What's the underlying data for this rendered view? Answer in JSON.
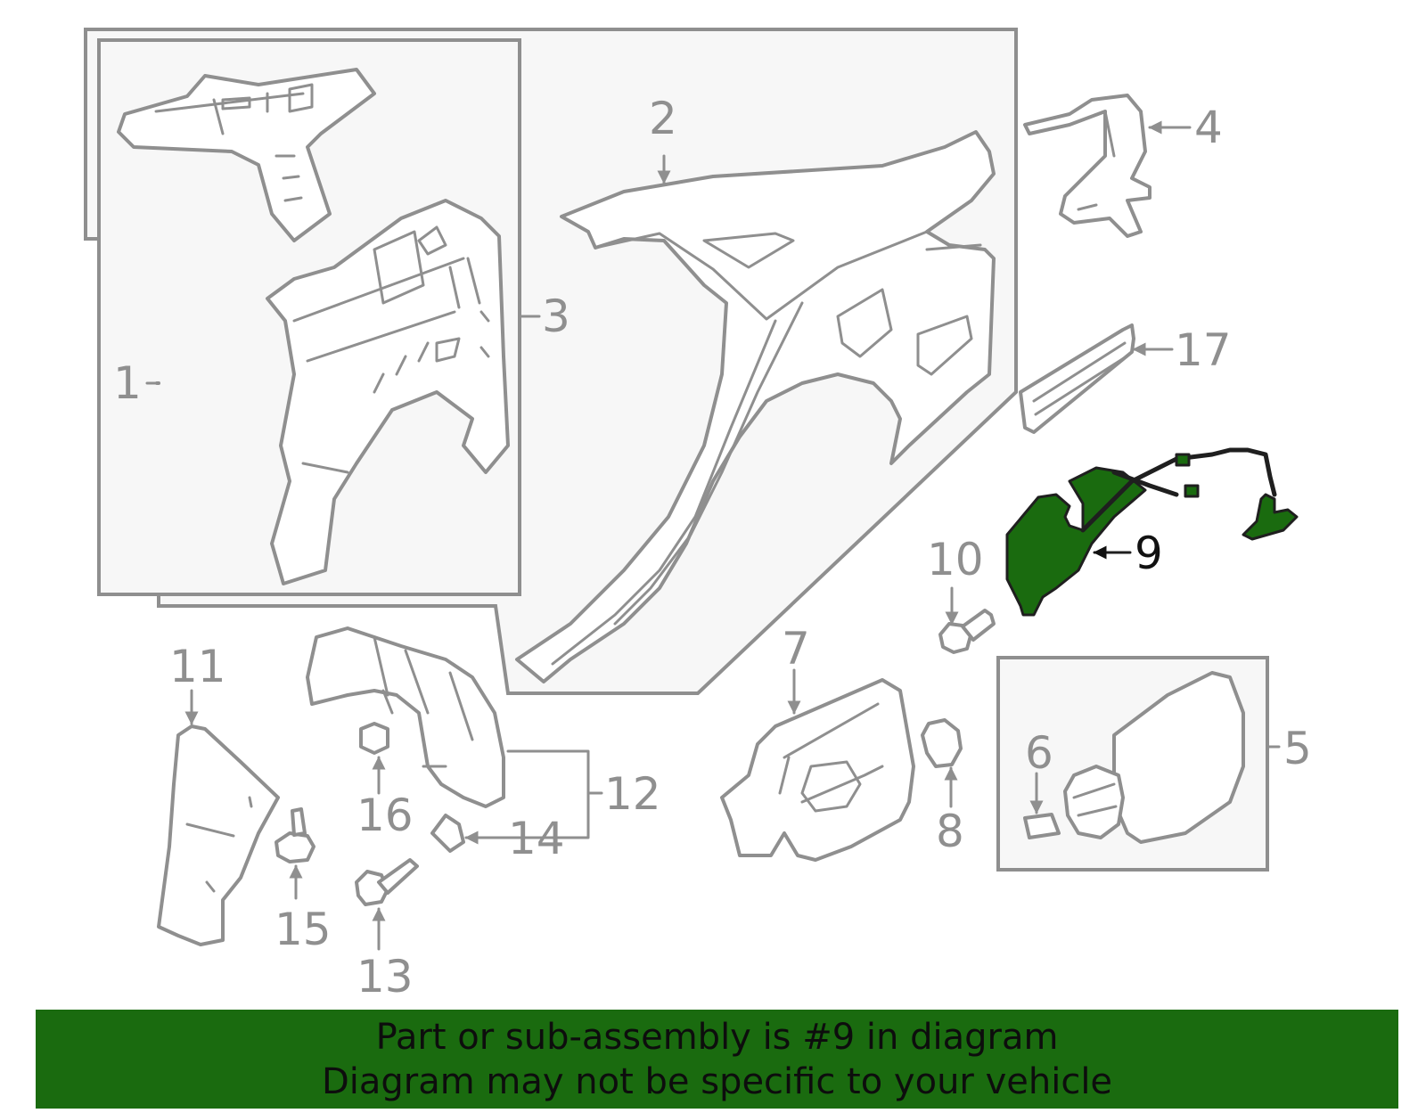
{
  "callouts": {
    "c1": "1",
    "c2": "2",
    "c3": "3",
    "c4": "4",
    "c5": "5",
    "c6": "6",
    "c7": "7",
    "c8": "8",
    "c9": "9",
    "c10": "10",
    "c11": "11",
    "c12": "12",
    "c13": "13",
    "c14": "14",
    "c15": "15",
    "c16": "16",
    "c17": "17"
  },
  "highlighted_part": "9",
  "colors": {
    "highlight": "#1a6b0f",
    "line": "#8f8f8f",
    "fill": "#f7f7f7"
  },
  "banner": {
    "line1": "Part or sub-assembly is #9 in diagram",
    "line2": "Diagram may not be specific to your vehicle"
  }
}
